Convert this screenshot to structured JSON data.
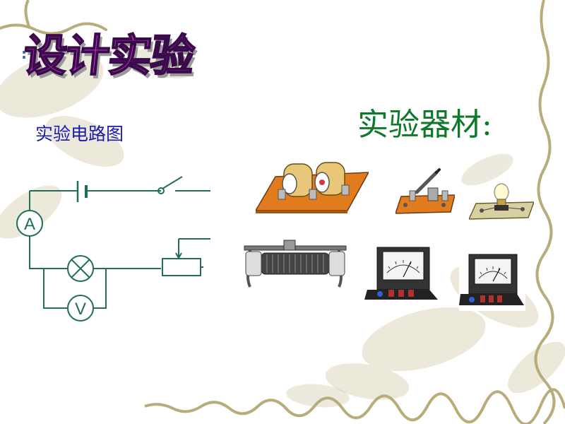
{
  "slide": {
    "title": "设计实验",
    "bullet": ":",
    "circuit_label": "实验电路图",
    "equipment_label": "实验器材:"
  },
  "circuit": {
    "ammeter_symbol": "A",
    "voltmeter_symbol": "V"
  },
  "colors": {
    "title": "#d23ad8",
    "circuit_label": "#1a1ab0",
    "equipment_label": "#0c7a2a",
    "wire": "#1f6d5a",
    "board": "#e07b1e"
  },
  "icons": [
    "battery-bank-icon",
    "knife-switch-icon",
    "bulb-in-socket-icon",
    "rheostat-icon",
    "voltmeter-icon",
    "ammeter-icon"
  ]
}
